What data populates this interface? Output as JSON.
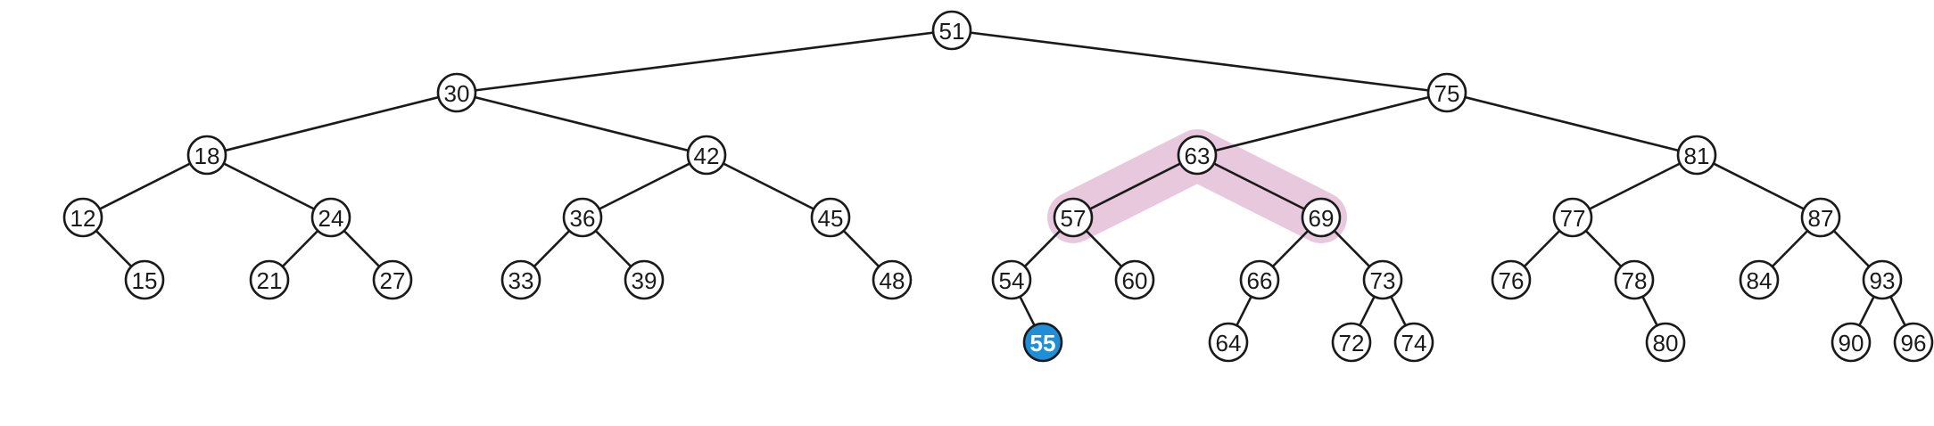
{
  "tree": {
    "root": "51",
    "highlight_node": "55",
    "highlight_color": "#1e8fd6",
    "band_color": "#dfb6d2",
    "band_path": [
      "57",
      "63",
      "69"
    ],
    "nodes": [
      {
        "id": "51",
        "label": "51"
      },
      {
        "id": "30",
        "label": "30"
      },
      {
        "id": "75",
        "label": "75"
      },
      {
        "id": "18",
        "label": "18"
      },
      {
        "id": "42",
        "label": "42"
      },
      {
        "id": "63",
        "label": "63"
      },
      {
        "id": "81",
        "label": "81"
      },
      {
        "id": "12",
        "label": "12"
      },
      {
        "id": "24",
        "label": "24"
      },
      {
        "id": "36",
        "label": "36"
      },
      {
        "id": "45",
        "label": "45"
      },
      {
        "id": "57",
        "label": "57"
      },
      {
        "id": "69",
        "label": "69"
      },
      {
        "id": "77",
        "label": "77"
      },
      {
        "id": "87",
        "label": "87"
      },
      {
        "id": "15",
        "label": "15"
      },
      {
        "id": "21",
        "label": "21"
      },
      {
        "id": "27",
        "label": "27"
      },
      {
        "id": "33",
        "label": "33"
      },
      {
        "id": "39",
        "label": "39"
      },
      {
        "id": "48",
        "label": "48"
      },
      {
        "id": "54",
        "label": "54"
      },
      {
        "id": "60",
        "label": "60"
      },
      {
        "id": "66",
        "label": "66"
      },
      {
        "id": "73",
        "label": "73"
      },
      {
        "id": "76",
        "label": "76"
      },
      {
        "id": "78",
        "label": "78"
      },
      {
        "id": "84",
        "label": "84"
      },
      {
        "id": "93",
        "label": "93"
      },
      {
        "id": "55",
        "label": "55"
      },
      {
        "id": "64",
        "label": "64"
      },
      {
        "id": "72",
        "label": "72"
      },
      {
        "id": "74",
        "label": "74"
      },
      {
        "id": "80",
        "label": "80"
      },
      {
        "id": "90",
        "label": "90"
      },
      {
        "id": "96",
        "label": "96"
      }
    ],
    "edges": [
      [
        "51",
        "30"
      ],
      [
        "51",
        "75"
      ],
      [
        "30",
        "18"
      ],
      [
        "30",
        "42"
      ],
      [
        "75",
        "63"
      ],
      [
        "75",
        "81"
      ],
      [
        "18",
        "12"
      ],
      [
        "18",
        "24"
      ],
      [
        "42",
        "36"
      ],
      [
        "42",
        "45"
      ],
      [
        "63",
        "57"
      ],
      [
        "63",
        "69"
      ],
      [
        "81",
        "77"
      ],
      [
        "81",
        "87"
      ],
      [
        "12",
        "15"
      ],
      [
        "24",
        "21"
      ],
      [
        "24",
        "27"
      ],
      [
        "36",
        "33"
      ],
      [
        "36",
        "39"
      ],
      [
        "45",
        "48"
      ],
      [
        "57",
        "54"
      ],
      [
        "57",
        "60"
      ],
      [
        "69",
        "66"
      ],
      [
        "69",
        "73"
      ],
      [
        "77",
        "76"
      ],
      [
        "77",
        "78"
      ],
      [
        "87",
        "84"
      ],
      [
        "87",
        "93"
      ],
      [
        "54",
        "55"
      ],
      [
        "66",
        "64"
      ],
      [
        "73",
        "72"
      ],
      [
        "73",
        "74"
      ],
      [
        "78",
        "80"
      ],
      [
        "93",
        "90"
      ],
      [
        "93",
        "96"
      ]
    ]
  }
}
